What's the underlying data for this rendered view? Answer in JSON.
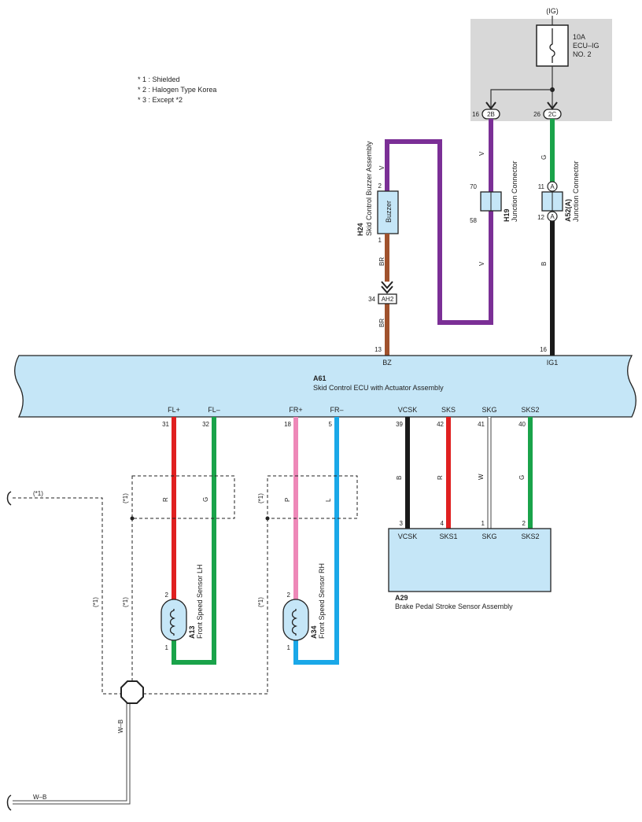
{
  "notes": [
    "* 1 : Shielded",
    "* 2 : Halogen Type Korea",
    "* 3 : Except *2"
  ],
  "power": {
    "ig": "(IG)",
    "fuse_amp": "10A",
    "fuse_name1": "ECU–IG",
    "fuse_name2": "NO. 2"
  },
  "connectors": {
    "c2b": {
      "code": "2B",
      "pin": "16"
    },
    "c2c": {
      "code": "2C",
      "pin": "26"
    },
    "ah2": {
      "code": "AH2",
      "pin": "34"
    }
  },
  "buzzer": {
    "ref": "H24",
    "name": "Skid Control Buzzer Assembly",
    "label": "Buzzer",
    "pin_top": "2",
    "pin_bottom": "1"
  },
  "h19": {
    "ref": "H19",
    "name": "Junction Connector",
    "pin_top": "70",
    "pin_bottom": "58"
  },
  "a52": {
    "ref": "A52(A)",
    "name": "Junction Connector",
    "pin_top": "11",
    "pin_bottom": "12",
    "mark": "A"
  },
  "wire_colors": {
    "buz_top": "V",
    "buz_bottom": "BR",
    "buz_lower": "BR",
    "h19_top": "V",
    "h19_bottom": "V",
    "a52_top": "G",
    "a52_bottom": "B",
    "fl_plus": "R",
    "fl_minus": "G",
    "fr_plus": "P",
    "fr_minus": "L",
    "vcsk": "B",
    "sks": "R",
    "skg": "W",
    "sks2": "G"
  },
  "ecu": {
    "ref": "A61",
    "name": "Skid Control ECU with Actuator Assembly",
    "top_pins": [
      {
        "label": "BZ",
        "pin": "13"
      },
      {
        "label": "IG1",
        "pin": "16"
      }
    ],
    "bottom_pins": [
      {
        "label": "FL+",
        "pin": "31"
      },
      {
        "label": "FL–",
        "pin": "32"
      },
      {
        "label": "FR+",
        "pin": "18"
      },
      {
        "label": "FR–",
        "pin": "5"
      },
      {
        "label": "VCSK",
        "pin": "39"
      },
      {
        "label": "SKS",
        "pin": "42"
      },
      {
        "label": "SKG",
        "pin": "41"
      },
      {
        "label": "SKS2",
        "pin": "40"
      }
    ]
  },
  "sensor_lh": {
    "ref": "A13",
    "name": "Front Speed Sensor LH",
    "pin_top": "2",
    "pin_bottom": "1"
  },
  "sensor_rh": {
    "ref": "A34",
    "name": "Front Speed Sensor RH",
    "pin_top": "2",
    "pin_bottom": "1"
  },
  "brake": {
    "ref": "A29",
    "name": "Brake Pedal Stroke Sensor Assembly",
    "pins": [
      {
        "label": "VCSK",
        "pin": "3"
      },
      {
        "label": "SKS1",
        "pin": "4"
      },
      {
        "label": "SKG",
        "pin": "1"
      },
      {
        "label": "SKS2",
        "pin": "2"
      }
    ]
  },
  "shield": {
    "mark": "(*1)"
  },
  "ground": {
    "wire1": "W–B",
    "wire2": "W–B"
  },
  "colors": {
    "ecu_fill": "#c5e6f7",
    "power_box": "#d8d8d8",
    "violet": "#7b2f96",
    "brown": "#a0522d",
    "green": "#1aa34a",
    "red": "#e02020",
    "pink": "#ee88b8",
    "blue": "#1aa8e8",
    "black": "#1a1a1a"
  }
}
